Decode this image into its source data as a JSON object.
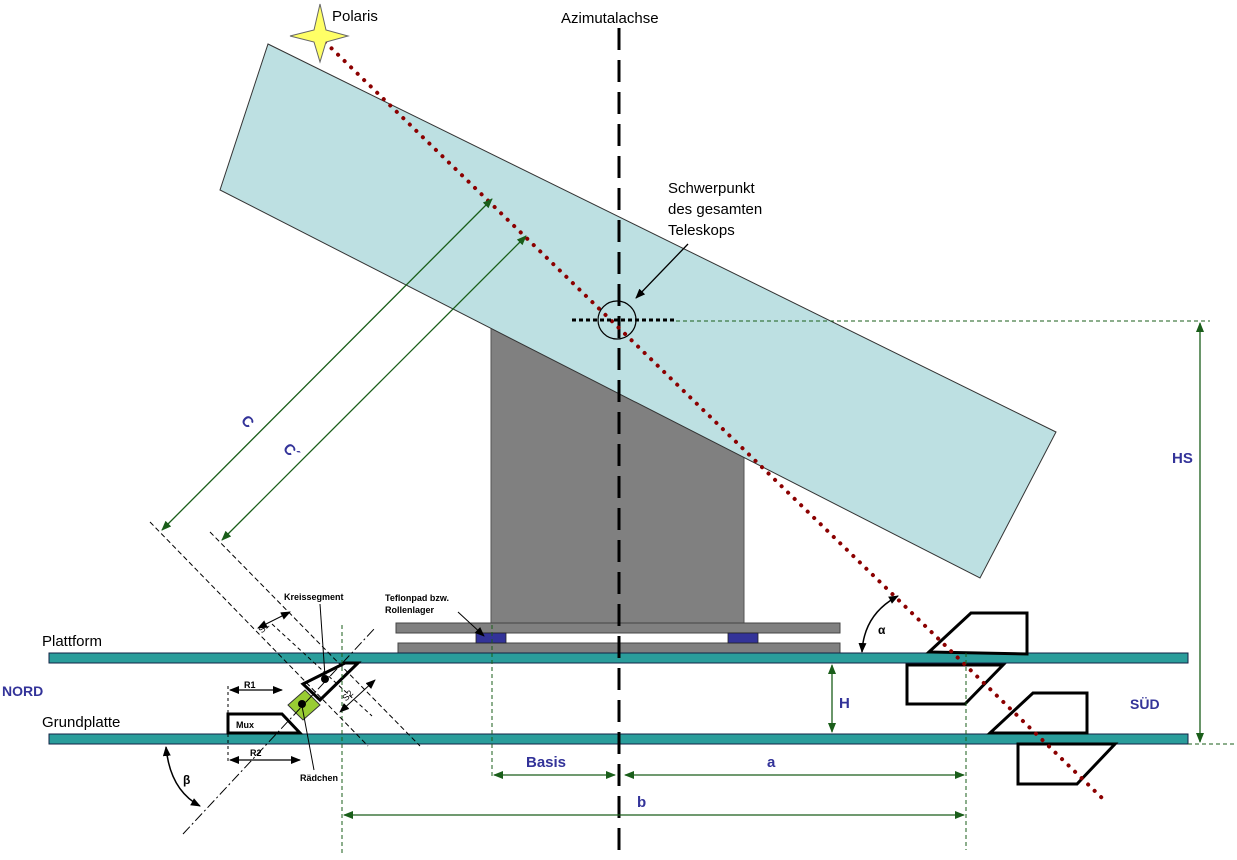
{
  "labels": {
    "polaris": "Polaris",
    "azimuth_axis": "Azimutalachse",
    "cog_line1": "Schwerpunkt",
    "cog_line2": "des gesamten",
    "cog_line3": "Teleskops",
    "platform": "Plattform",
    "base_plate": "Grundplatte",
    "north": "NORD",
    "south": "SÜD",
    "teflon_line1": "Teflonpad bzw.",
    "teflon_line2": "Rollenlager",
    "circle_segment": "Kreissegment",
    "wheel": "Rädchen",
    "mux": "Mux",
    "dim_c": "C",
    "dim_c_prime": "C´",
    "dim_hs": "HS",
    "dim_h": "H",
    "dim_basis": "Basis",
    "dim_a": "a",
    "dim_b": "b",
    "dim_r1": "R1",
    "dim_r2": "R2",
    "dim_s1": "S1",
    "dim_s2": "S2",
    "angle_alpha": "α",
    "angle_beta": "β"
  },
  "colors": {
    "tube": "#bde0e2",
    "rocker": "#808080",
    "plate": "#2a9d9b",
    "pad": "#333399",
    "polar_line": "#8b0000",
    "dim_line": "#1a5e1a",
    "star": "#ffff66",
    "wheel": "#99cc33",
    "label_blue": "#333399"
  }
}
